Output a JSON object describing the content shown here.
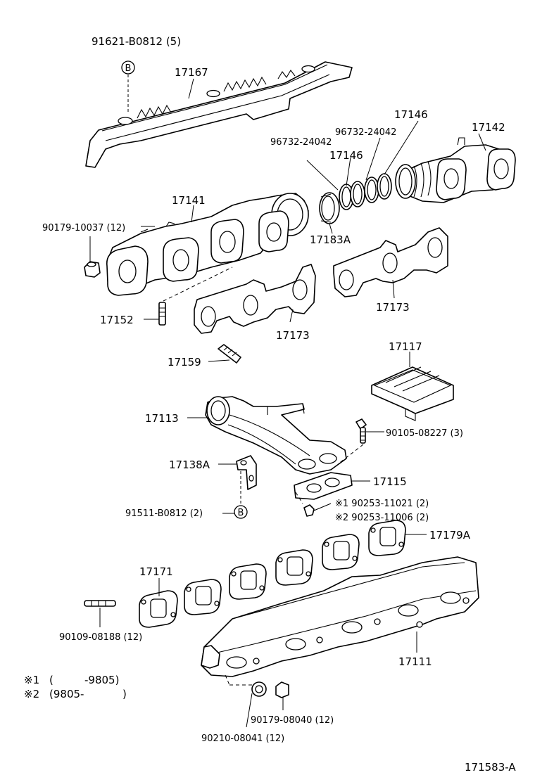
{
  "diagram_ref": "171583-A",
  "callouts": [
    {
      "id": "c-91621",
      "text": "91621-B0812 (5)"
    },
    {
      "id": "c-17167",
      "text": "17167"
    },
    {
      "id": "c-17146a",
      "text": "17146"
    },
    {
      "id": "c-17142",
      "text": "17142"
    },
    {
      "id": "c-96732a",
      "text": "96732-24042"
    },
    {
      "id": "c-96732b",
      "text": "96732-24042"
    },
    {
      "id": "c-17146b",
      "text": "17146"
    },
    {
      "id": "c-17141",
      "text": "17141"
    },
    {
      "id": "c-90179a",
      "text": "90179-10037 (12)"
    },
    {
      "id": "c-17183A",
      "text": "17183A"
    },
    {
      "id": "c-17152",
      "text": "17152"
    },
    {
      "id": "c-17173a",
      "text": "17173"
    },
    {
      "id": "c-17173b",
      "text": "17173"
    },
    {
      "id": "c-17159",
      "text": "17159"
    },
    {
      "id": "c-17117",
      "text": "17117"
    },
    {
      "id": "c-17113",
      "text": "17113"
    },
    {
      "id": "c-90105",
      "text": "90105-08227 (3)"
    },
    {
      "id": "c-17138A",
      "text": "17138A"
    },
    {
      "id": "c-17115",
      "text": "17115"
    },
    {
      "id": "c-90253a",
      "text": "※1 90253-11021 (2)"
    },
    {
      "id": "c-90253b",
      "text": "※2 90253-11006 (2)"
    },
    {
      "id": "c-91511",
      "text": "91511-B0812 (2)"
    },
    {
      "id": "c-17179A",
      "text": "17179A"
    },
    {
      "id": "c-17171",
      "text": "17171"
    },
    {
      "id": "c-90109",
      "text": "90109-08188 (12)"
    },
    {
      "id": "c-17111",
      "text": "17111"
    },
    {
      "id": "c-90179b",
      "text": "90179-08040 (12)"
    },
    {
      "id": "c-90210",
      "text": "90210-08041 (12)"
    }
  ],
  "bolt_markers": [
    {
      "id": "b-top",
      "text": "B"
    },
    {
      "id": "b-mid",
      "text": "B"
    }
  ],
  "footnotes": [
    {
      "mark": "※1",
      "open": "(",
      "range": "-9805)"
    },
    {
      "mark": "※2",
      "open": "(9805-",
      "range": ")"
    }
  ]
}
